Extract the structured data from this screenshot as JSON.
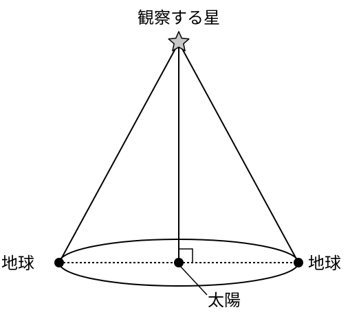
{
  "labels": {
    "star": "観察する星",
    "earth_left": "地球",
    "earth_right": "地球",
    "sun": "太陽"
  },
  "colors": {
    "line": "#000000",
    "star_fill": "#c8c8c8",
    "background": "#ffffff"
  }
}
